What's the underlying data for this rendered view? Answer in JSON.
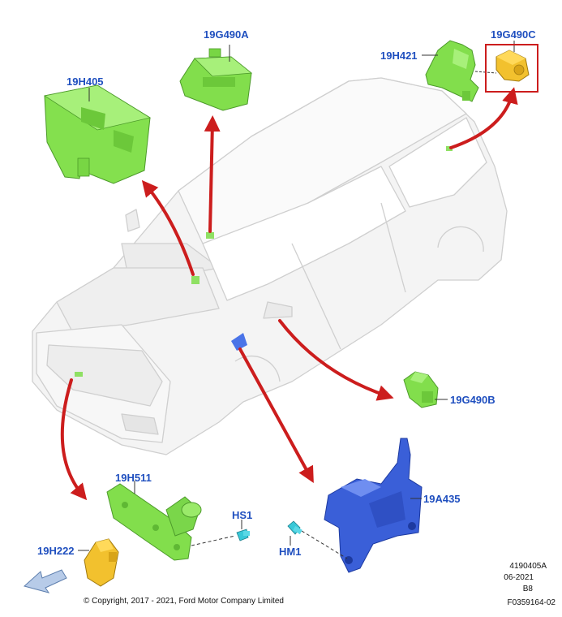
{
  "parts": {
    "p_19g490a": "19G490A",
    "p_19g490c": "19G490C",
    "p_19h421": "19H421",
    "p_19h405": "19H405",
    "p_19g490b": "19G490B",
    "p_19h511": "19H511",
    "p_hs1": "HS1",
    "p_19a435": "19A435",
    "p_19h222": "19H222",
    "p_hm1": "HM1"
  },
  "footer": {
    "ref_code": "4190405A",
    "date": "06-2021",
    "rev": "B8",
    "figure_id": "F0359164-02",
    "copyright": "© Copyright, 2017 - 2021, Ford Motor Company Limited"
  },
  "colors": {
    "callout_text": "#1f4fbf",
    "arrow": "#cc1d1d",
    "module_green": "#7ee04a",
    "module_yellow": "#f2c12e",
    "bracket_blue": "#3a5fd8",
    "fastener_teal": "#38c8d8",
    "highlight_box": "#cc1d1d",
    "vehicle_body": "#f2f2f2"
  }
}
